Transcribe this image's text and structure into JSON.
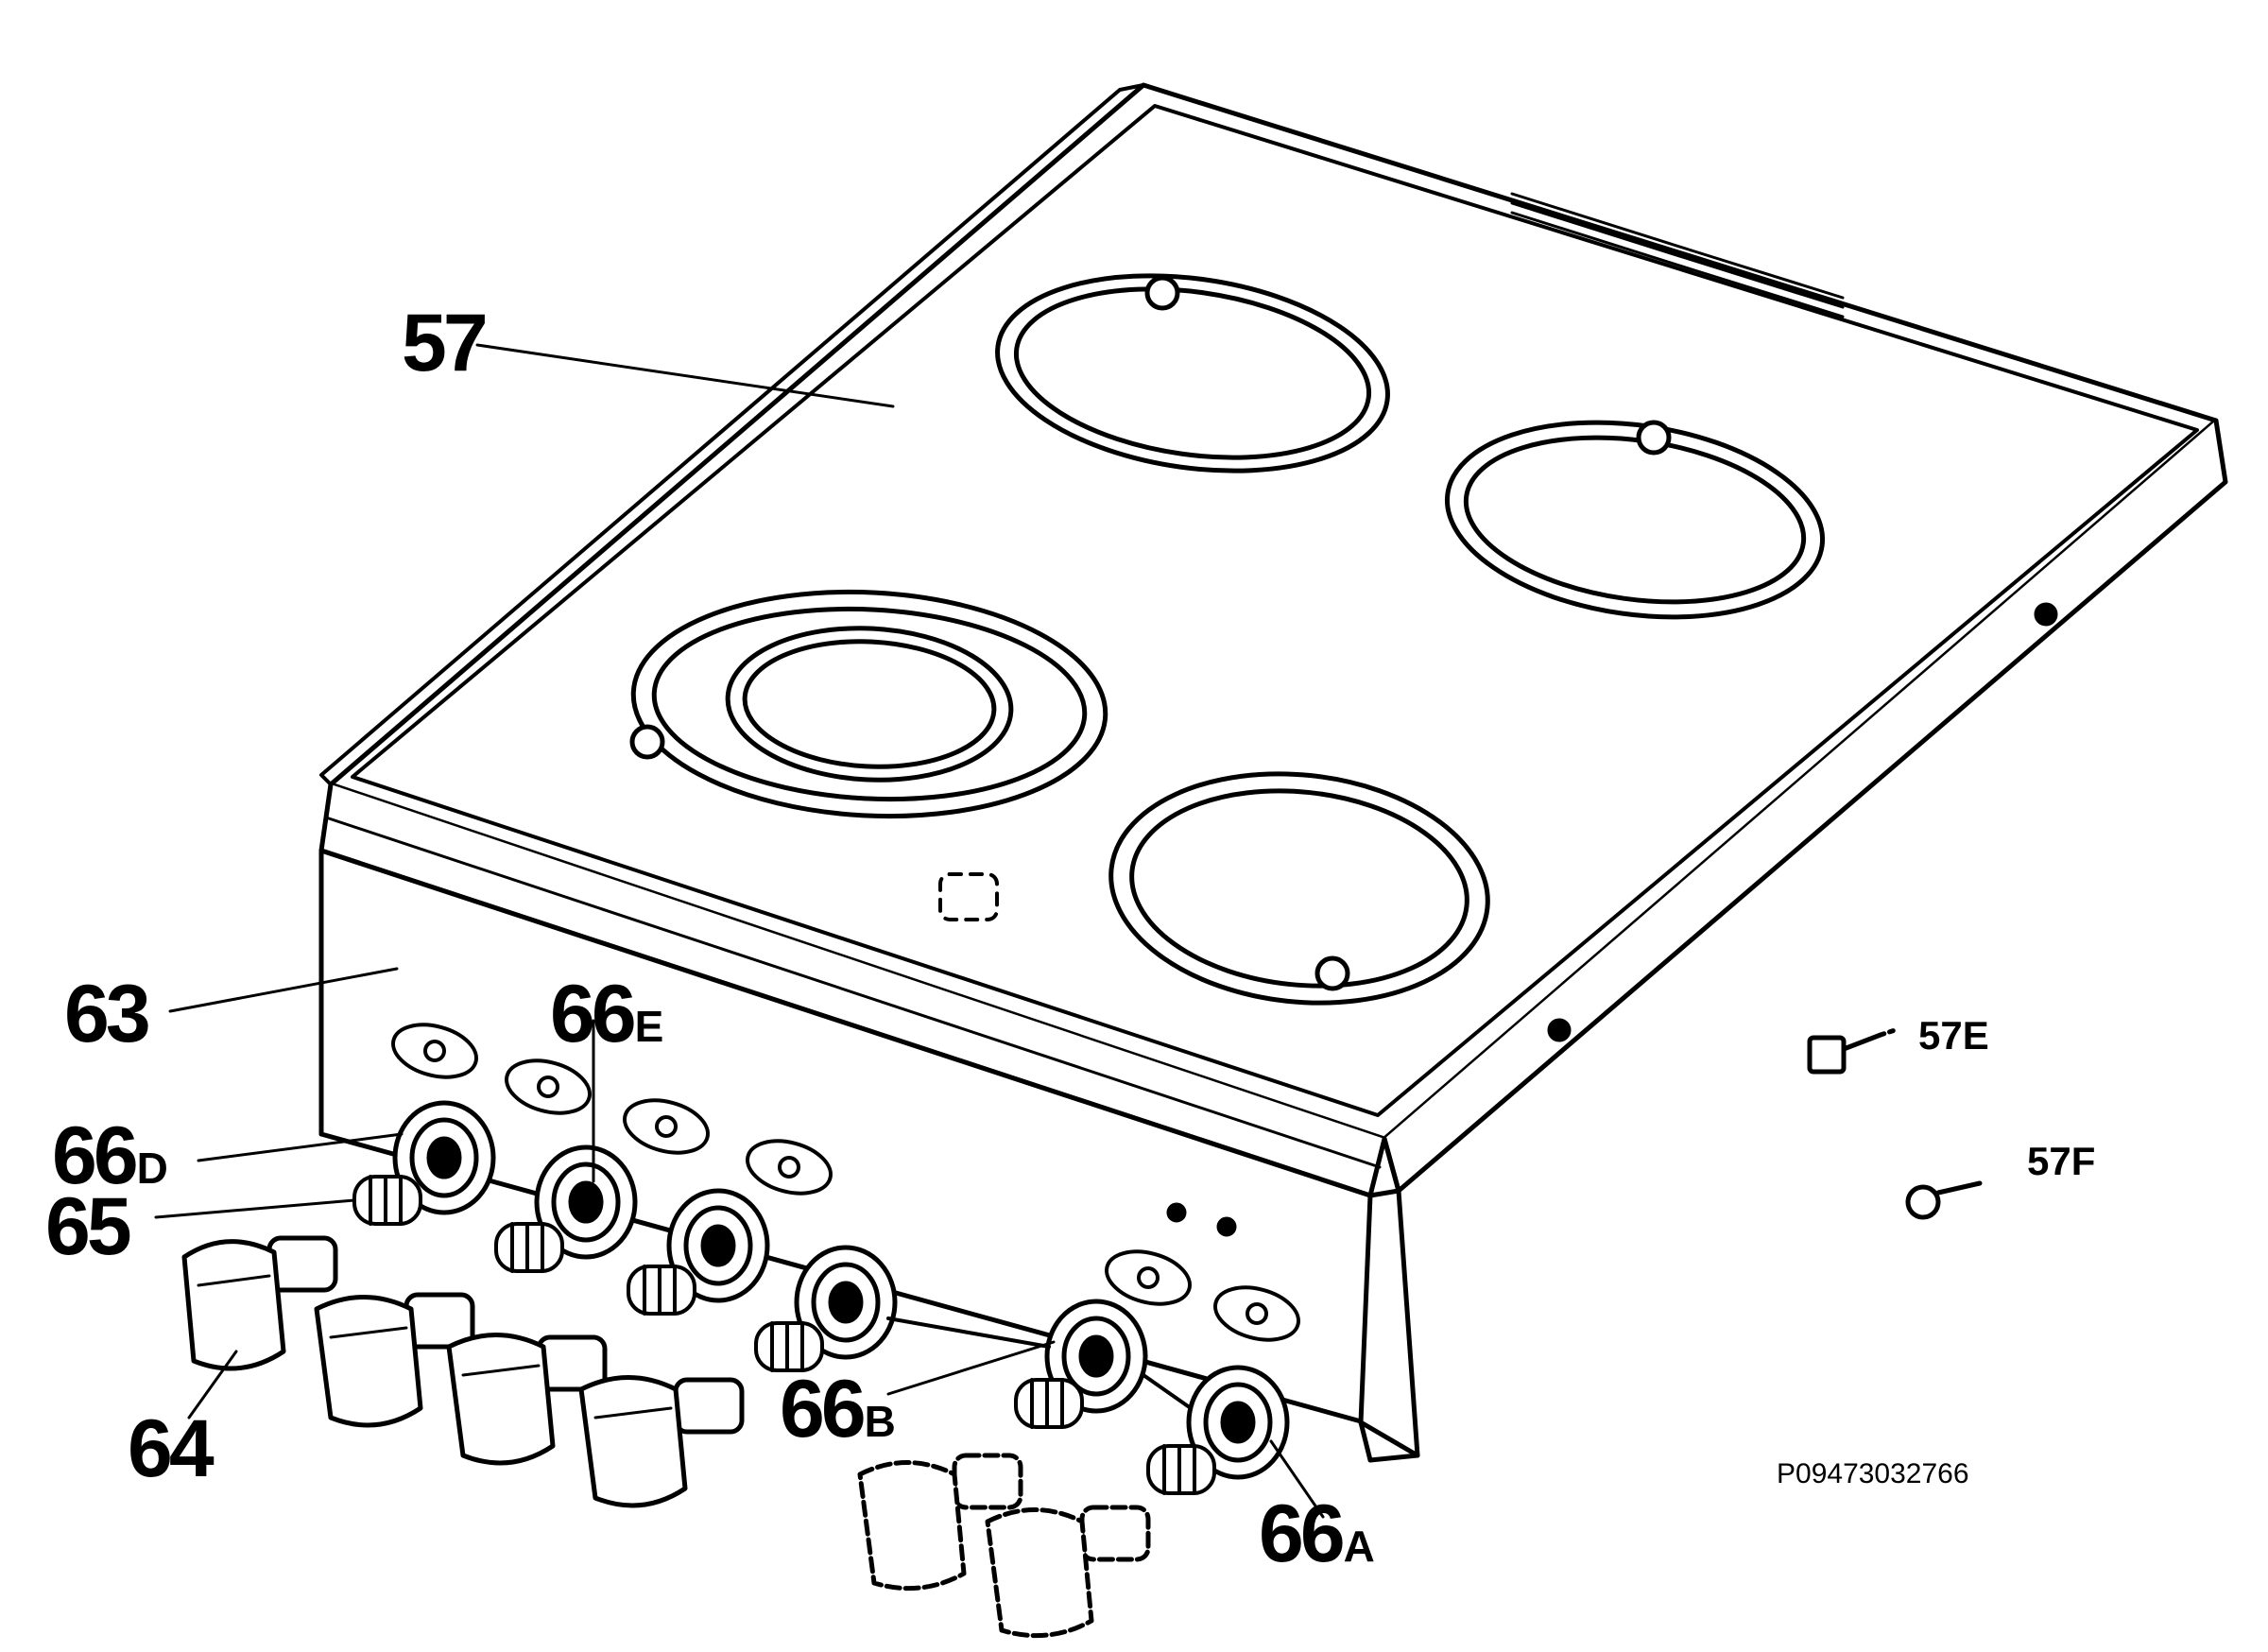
{
  "colors": {
    "ink": "#000000",
    "paper": "#ffffff"
  },
  "labels": {
    "l57": "57",
    "l63": "63",
    "l66e_num": "66",
    "l66e_sub": "E",
    "l66d_num": "66",
    "l66d_sub": "D",
    "l65": "65",
    "l64": "64",
    "l66b_num": "66",
    "l66b_sub": "B",
    "l66a_num": "66",
    "l66a_sub": "A",
    "l57e": "57E",
    "l57f": "57F",
    "part_code": "P09473032766"
  }
}
